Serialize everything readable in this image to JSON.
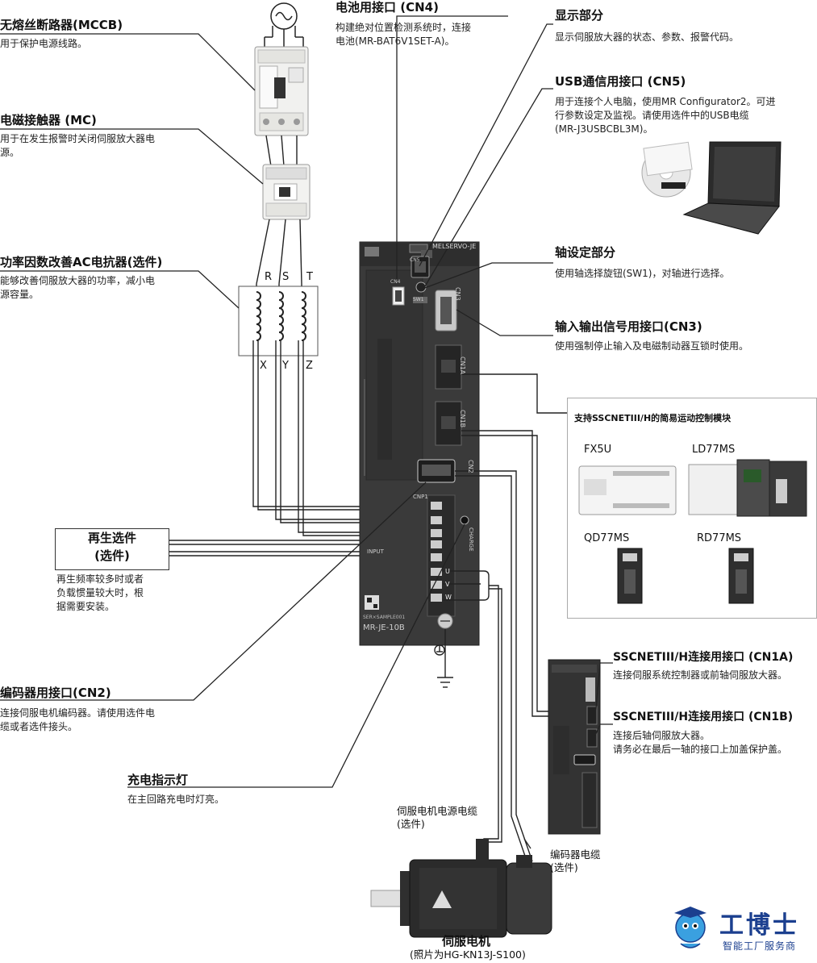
{
  "labels": {
    "mccb": {
      "title": "无熔丝断路器(MCCB)",
      "desc": [
        "用于保护电源线路。"
      ]
    },
    "mc": {
      "title": "电磁接触器 (MC)",
      "desc": [
        "用于在发生报警时关闭伺服放大器电",
        "源。"
      ]
    },
    "ac_reactor": {
      "title": "功率因数改善AC电抗器(选件)",
      "desc": [
        "能够改善伺服放大器的功率，减小电",
        "源容量。"
      ]
    },
    "regen": {
      "title_line1": "再生选件",
      "title_line2": "(选件)",
      "desc": [
        "再生频率较多时或者",
        "负载惯量较大时，根",
        "据需要安装。"
      ]
    },
    "cn2": {
      "title": "编码器用接口(CN2)",
      "desc": [
        "连接伺服电机编码器。请使用选件电",
        "缆或者选件接头。"
      ]
    },
    "charge": {
      "title": "充电指示灯",
      "desc": [
        "在主回路充电时灯亮。"
      ]
    },
    "cn4": {
      "title": "电池用接口 (CN4)",
      "desc": [
        "构建绝对位置检测系统时，连接",
        "电池(MR-BAT6V1SET-A)。"
      ]
    },
    "display": {
      "title": "显示部分",
      "desc": [
        "显示伺服放大器的状态、参数、报警代码。"
      ]
    },
    "cn5": {
      "title": "USB通信用接口 (CN5)",
      "desc": [
        "用于连接个人电脑，使用MR Configurator2。可进",
        "行参数设定及监视。请使用选件中的USB电缆",
        "(MR-J3USBCBL3M)。"
      ]
    },
    "axis": {
      "title": "轴设定部分",
      "desc": [
        "使用轴选择旋钮(SW1)，对轴进行选择。"
      ]
    },
    "cn3": {
      "title": "输入输出信号用接口(CN3)",
      "desc": [
        "使用强制停止输入及电磁制动器互锁时使用。"
      ]
    },
    "cn1a": {
      "title": "SSCNETIII/H连接用接口 (CN1A)",
      "desc": [
        "连接伺服系统控制器或前轴伺服放大器。"
      ]
    },
    "cn1b": {
      "title": "SSCNETIII/H连接用接口 (CN1B)",
      "desc": [
        "连接后轴伺服放大器。",
        "请务必在最后一轴的接口上加盖保护盖。"
      ]
    },
    "power_cable": {
      "lines": [
        "伺服电机电源电缆",
        "(选件)"
      ]
    },
    "encoder_cable": {
      "lines": [
        "编码器电缆",
        "(选件)"
      ]
    },
    "motor": {
      "title": "伺服电机",
      "note": "(照片为HG-KN13J-S100)"
    }
  },
  "modules": {
    "title": "支持SSCNETIII/H的简易运动控制模块",
    "items": [
      "FX5U",
      "LD77MS",
      "QD77MS",
      "RD77MS"
    ]
  },
  "phases_in": [
    "R",
    "S",
    "T"
  ],
  "phases_out": [
    "X",
    "Y",
    "Z"
  ],
  "amp": {
    "brand": "MELSERVO-JE",
    "model": "MR-JE-10B",
    "serial": "SER×SAMPLE001",
    "ports": [
      "CN5",
      "CN3",
      "CN1A",
      "CN1B",
      "CN2",
      "CN4"
    ],
    "sw": "SW1",
    "input_label": "INPUT",
    "cnp1": "CNP1",
    "charge": "CHARGE",
    "terminals": [
      "U",
      "V",
      "W"
    ]
  },
  "logo": {
    "name": "工博士",
    "sub": "智能工厂服务商"
  },
  "colors": {
    "amp_body": "#3a3a3a",
    "amp_dark": "#242424",
    "brand_blue": "#1b3f8f"
  }
}
